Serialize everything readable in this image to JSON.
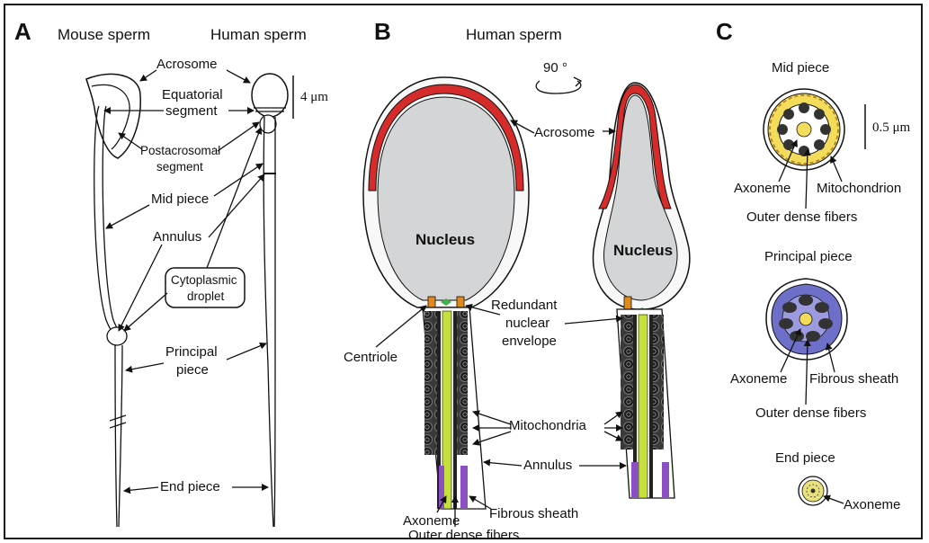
{
  "panels": {
    "a": "A",
    "b": "B",
    "c": "C"
  },
  "panel_a": {
    "mouse_title": "Mouse sperm",
    "human_title": "Human sperm",
    "acrosome": "Acrosome",
    "equatorial_1": "Equatorial",
    "equatorial_2": "segment",
    "postacrosomal_1": "Postacrosomal",
    "postacrosomal_2": "segment",
    "mid_piece": "Mid piece",
    "annulus": "Annulus",
    "cyto_1": "Cytoplasmic",
    "cyto_2": "droplet",
    "principal_1": "Principal",
    "principal_2": "piece",
    "end_piece": "End piece",
    "scale": "4 μm"
  },
  "panel_b": {
    "title": "Human sperm",
    "rotation": "90 °",
    "acrosome": "Acrosome",
    "nucleus_left": "Nucleus",
    "nucleus_right": "Nucleus",
    "redundant_1": "Redundant",
    "redundant_2": "nuclear",
    "redundant_3": "envelope",
    "centriole": "Centriole",
    "mitochondria": "Mitochondria",
    "annulus": "Annulus",
    "axoneme": "Axoneme",
    "fibrous_sheath": "Fibrous sheath",
    "outer_dense": "Outer dense fibers"
  },
  "panel_c": {
    "mid_title": "Mid piece",
    "scale": "0.5 μm",
    "mid_axoneme": "Axoneme",
    "mitochondrion": "Mitochondrion",
    "mid_odf": "Outer dense fibers",
    "principal_title": "Principal piece",
    "pp_axoneme": "Axoneme",
    "fibrous_sheath": "Fibrous sheath",
    "pp_odf": "Outer dense fibers",
    "end_title": "End piece",
    "end_axoneme": "Axoneme"
  },
  "colors": {
    "acrosome": "#d62b2b",
    "nucleus": "#d3d5d6",
    "centriole": "#e08a1c",
    "axoneme": "#c7df3c",
    "fibrous_sheath": "#8a4fc2",
    "mitochondria": "#2a2a2a",
    "mid_piece_ring": "#f3dc5a",
    "principal_sheath": "#6e6fc9"
  }
}
